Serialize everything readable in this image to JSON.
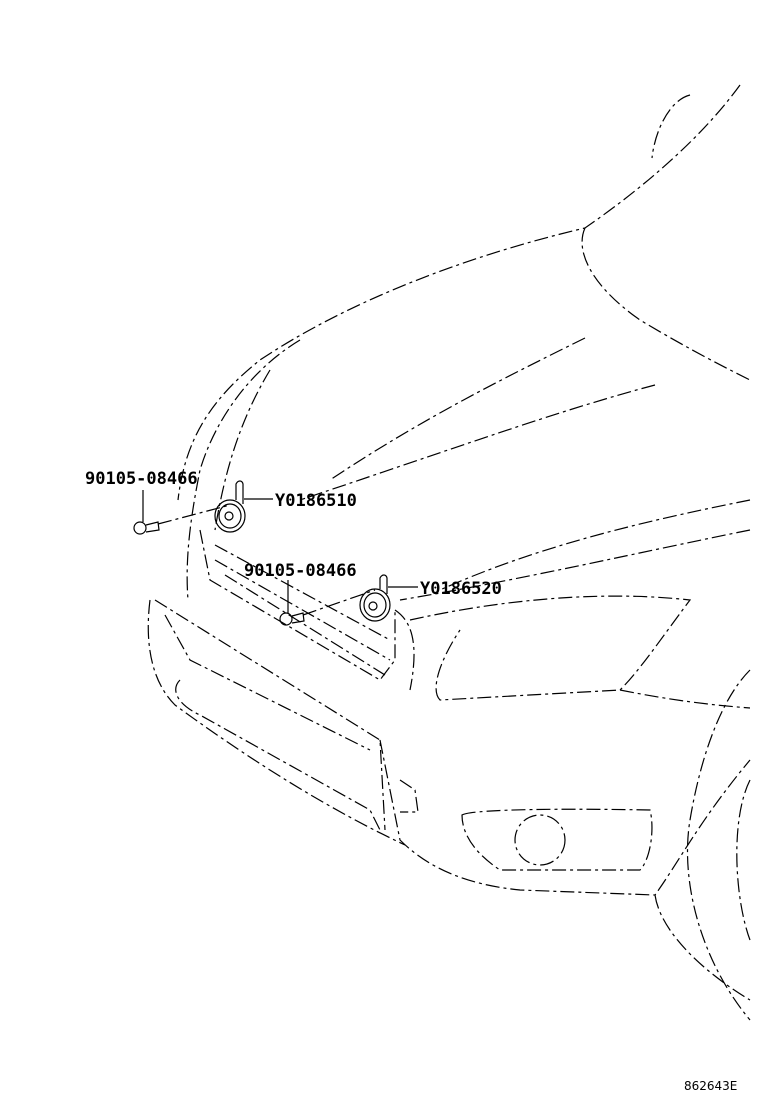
{
  "diagram": {
    "callouts": [
      {
        "part_number": "90105-08466"
      },
      {
        "part_number": "Y0186510"
      },
      {
        "part_number": "90105-08466"
      },
      {
        "part_number": "Y0186520"
      }
    ],
    "illustration_id": "862643E"
  }
}
